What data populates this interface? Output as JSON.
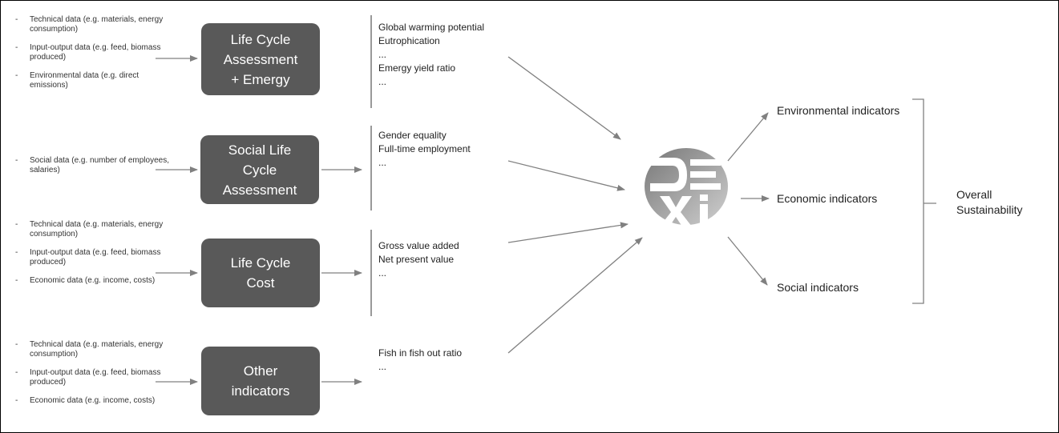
{
  "input_groups": [
    {
      "items": [
        "Technical data (e.g. materials, energy consumption)",
        "Input-output data (e.g. feed, biomass produced)",
        "Environmental data (e.g. direct emissions)"
      ]
    },
    {
      "items": [
        "Social data (e.g. number of employees, salaries)"
      ]
    },
    {
      "items": [
        "Technical data (e.g. materials, energy consumption)",
        "Input-output data (e.g. feed, biomass produced)",
        "Economic data (e.g. income, costs)"
      ]
    },
    {
      "items": [
        "Technical data (e.g. materials, energy consumption)",
        "Input-output data (e.g. feed, biomass produced)",
        "Economic data (e.g. income, costs)"
      ]
    }
  ],
  "bullet": "-",
  "methods": [
    {
      "label": "Life Cycle\nAssessment\n+ Emergy"
    },
    {
      "label": "Social Life\nCycle\nAssessment"
    },
    {
      "label": "Life Cycle\nCost"
    },
    {
      "label": "Other\nindicators"
    }
  ],
  "outputs": [
    {
      "items": [
        "Global warming potential",
        "Eutrophication",
        "...",
        "Emergy yield ratio",
        "..."
      ]
    },
    {
      "items": [
        "Gender equality",
        "Full-time employment",
        "..."
      ]
    },
    {
      "items": [
        "Gross value added",
        "Net present value",
        "..."
      ]
    },
    {
      "items": [
        "Fish in fish out ratio",
        "..."
      ]
    }
  ],
  "logo": {
    "icon": "dexi-logo",
    "text": "DEXi"
  },
  "indicators": {
    "environmental": "Environmental indicators",
    "economic": "Economic indicators",
    "social": "Social indicators"
  },
  "overall": "Overall Sustainability",
  "colors": {
    "box": "#595959",
    "arrow": "#808080",
    "text": "#222222"
  }
}
